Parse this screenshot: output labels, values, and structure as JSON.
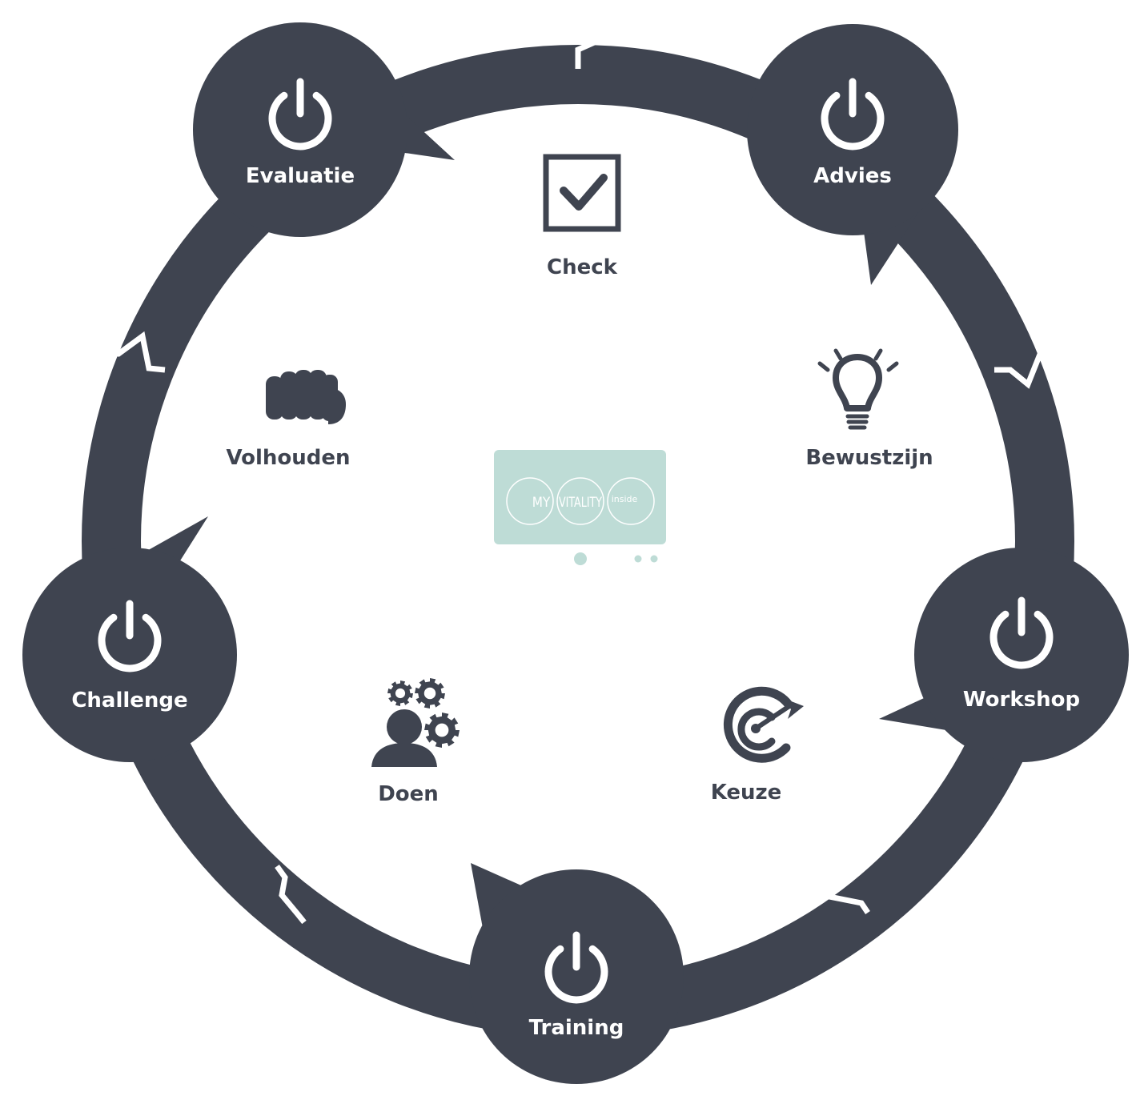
{
  "colors": {
    "ring": "#3f4450",
    "inner_text": "#3f4450",
    "node_text": "#ffffff",
    "logo_bg": "#bedcd6"
  },
  "cycle_nodes": [
    {
      "id": "evaluatie",
      "label": "Evaluatie",
      "icon": "power-icon"
    },
    {
      "id": "advies",
      "label": "Advies",
      "icon": "power-icon"
    },
    {
      "id": "workshop",
      "label": "Workshop",
      "icon": "power-icon"
    },
    {
      "id": "training",
      "label": "Training",
      "icon": "power-icon"
    },
    {
      "id": "challenge",
      "label": "Challenge",
      "icon": "power-icon"
    }
  ],
  "inner_items": [
    {
      "id": "check",
      "label": "Check",
      "icon": "checkbox-icon"
    },
    {
      "id": "bewustzijn",
      "label": "Bewustzijn",
      "icon": "lightbulb-icon"
    },
    {
      "id": "keuze",
      "label": "Keuze",
      "icon": "target-icon"
    },
    {
      "id": "doen",
      "label": "Doen",
      "icon": "person-gears-icon"
    },
    {
      "id": "volhouden",
      "label": "Volhouden",
      "icon": "fist-icon"
    }
  ],
  "logo": {
    "word1": "MY",
    "word2": "VITALITY",
    "word3": "inside"
  }
}
